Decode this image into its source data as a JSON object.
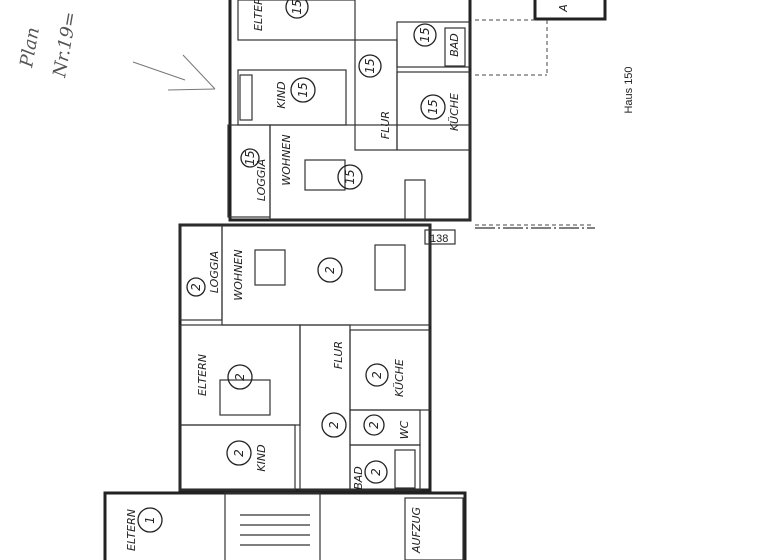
{
  "handwritten_note": {
    "line1": "Plan",
    "line2": "Nr.19="
  },
  "building_label": "Haus 150",
  "dimension_label": "138",
  "apartments": [
    {
      "number": "15",
      "rooms": [
        "ELTERN",
        "KIND",
        "FLUR",
        "BAD",
        "KÜCHE",
        "WOHNEN",
        "LOGGIA"
      ]
    },
    {
      "number": "2",
      "rooms": [
        "WOHNEN",
        "LOGGIA",
        "ELTERN",
        "KIND",
        "FLUR",
        "KÜCHE",
        "WC",
        "BAD"
      ]
    },
    {
      "number": "1",
      "rooms": [
        "ELTERN",
        "AUFZUG"
      ]
    }
  ],
  "top_right_label": "A"
}
